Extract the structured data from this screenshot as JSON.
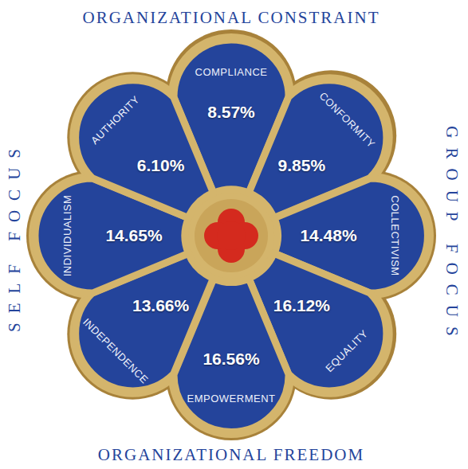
{
  "diagram": {
    "nodes": [
      {
        "text": [
          "COMPLIANCE",
          "8.57%"
        ]
      },
      {
        "text": [
          "CONFORMITY",
          "9.85%"
        ]
      },
      {
        "text": [
          "COLLECTIVISM",
          "14.48%"
        ]
      },
      {
        "text": [
          "EQUALITY",
          "16.12%"
        ]
      },
      {
        "text": [
          "EMPOWERMENT",
          "16.56%"
        ]
      },
      {
        "text": [
          "INDEPENDENCE",
          "13.66%"
        ]
      },
      {
        "text": [
          "INDIVIDUALISM",
          "14.65%"
        ]
      },
      {
        "text": [
          "AUTHORITY",
          "6.10%"
        ]
      }
    ],
    "edges": [],
    "labels": [
      "ORGANIZATIONAL CONSTRAINT",
      "GROUP FOCUS",
      "ORGANIZATIONAL FREEDOM",
      "SELF FOCUS"
    ]
  }
}
